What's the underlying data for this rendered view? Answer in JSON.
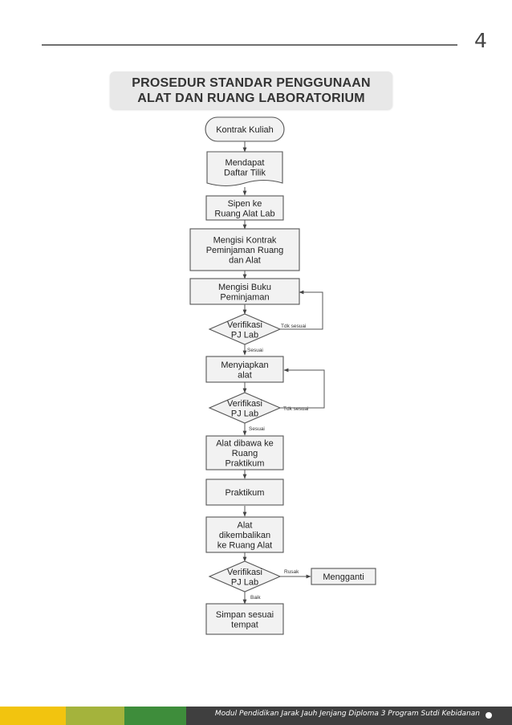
{
  "header": {
    "page_number": "4"
  },
  "title": {
    "line1": "PROSEDUR STANDAR PENGGUNAAN",
    "line2": "ALAT DAN RUANG LABORATORIUM"
  },
  "nodes": [
    {
      "id": "kontrak-kuliah",
      "shape": "terminal",
      "lines": [
        "Kontrak Kuliah"
      ]
    },
    {
      "id": "mendapat-daftar-tilik",
      "shape": "document",
      "lines": [
        "Mendapat",
        "Daftar Tilik"
      ]
    },
    {
      "id": "sipen-ke-ruang",
      "shape": "process",
      "lines": [
        "Sipen ke",
        "Ruang Alat Lab"
      ]
    },
    {
      "id": "mengisi-kontrak",
      "shape": "process",
      "lines": [
        "Mengisi Kontrak",
        "Peminjaman Ruang",
        "dan Alat"
      ]
    },
    {
      "id": "mengisi-buku",
      "shape": "process",
      "lines": [
        "Mengisi Buku",
        "Peminjaman"
      ]
    },
    {
      "id": "verifikasi-1",
      "shape": "decision",
      "lines": [
        "Verifikasi",
        "PJ Lab"
      ]
    },
    {
      "id": "menyiapkan-alat",
      "shape": "process",
      "lines": [
        "Menyiapkan",
        "alat"
      ]
    },
    {
      "id": "verifikasi-2",
      "shape": "decision",
      "lines": [
        "Verifikasi",
        "PJ Lab"
      ]
    },
    {
      "id": "alat-dibawa",
      "shape": "process",
      "lines": [
        "Alat dibawa ke",
        "Ruang",
        "Praktikum"
      ]
    },
    {
      "id": "praktikum",
      "shape": "process",
      "lines": [
        "Praktikum"
      ]
    },
    {
      "id": "alat-dikembalikan",
      "shape": "process",
      "lines": [
        "Alat",
        "dikembalikan",
        "ke Ruang Alat"
      ]
    },
    {
      "id": "verifikasi-3",
      "shape": "decision",
      "lines": [
        "Verifikasi",
        "PJ Lab"
      ]
    },
    {
      "id": "mengganti",
      "shape": "process",
      "lines": [
        "Mengganti"
      ]
    },
    {
      "id": "simpan-sesuai-tempat",
      "shape": "process",
      "lines": [
        "Simpan sesuai",
        "tempat"
      ]
    }
  ],
  "edge_labels": {
    "tdk_sesuai_1": "Tdk sesuai",
    "sesuai_1": "Sesuai",
    "tdk_sesuai_2": "Tdk sesuai",
    "sesuai_2": "Sesuai",
    "rusak": "Rusak",
    "baik": "Baik"
  },
  "footer": {
    "text": "Modul Pendidikan Jarak Jauh Jenjang Diploma 3 Program Sutdi Kebidanan",
    "colors": [
      "#f2c40f",
      "#a4b33c",
      "#3e8d3b",
      "#3f3f3f"
    ]
  }
}
